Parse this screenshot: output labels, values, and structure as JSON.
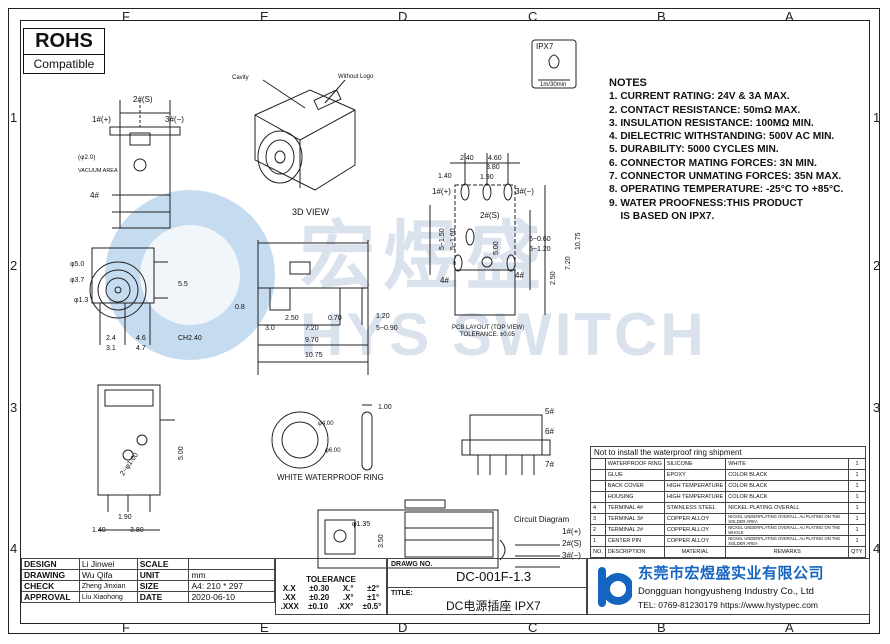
{
  "zone_columns": [
    "F",
    "E",
    "D",
    "C",
    "B",
    "A"
  ],
  "zone_rows": [
    "1",
    "2",
    "3",
    "4"
  ],
  "rohs": {
    "title": "ROHS",
    "subtitle": "Compatible"
  },
  "ipx": {
    "label": "IPX7",
    "sub": "1m/30min"
  },
  "watermark": {
    "cn": "宏煜盛",
    "en": "HYS SWITCH"
  },
  "notes": {
    "title": "NOTES",
    "items": [
      "1. CURRENT RATING: 24V & 3A MAX.",
      "2. CONTACT RESISTANCE: 50mΩ MAX.",
      "3. INSULATION RESISTANCE: 100MΩ MIN.",
      "4. DIELECTRIC WITHSTANDING: 500V AC MIN.",
      "5. DURABILITY: 5000 CYCLES MIN.",
      "6. CONNECTOR MATING FORCES: 3N MIN.",
      "7. CONNECTOR UNMATING FORCES: 35N MAX.",
      "8. OPERATING TEMPERATURE: -25°C TO +85°C.",
      "9. WATER PROOFNESS:THIS PRODUCT",
      "    IS BASED ON IPX7."
    ]
  },
  "drawing_labels": {
    "view_3d": "3D VIEW",
    "cavity": "Cavity",
    "without_logo": "Without Logo",
    "pin1": "1#(+)",
    "pin2": "2#(S)",
    "pin3": "3#(−)",
    "pin4": "4#",
    "pin5": "5#",
    "pin6": "6#",
    "pin7": "7#",
    "vacuum": "VACUUM AREA",
    "phi20": "(φ2.0)",
    "pcb_layout": "PCB LAYOUT (TOP VIEW)",
    "tolerance_note": "TOLERANCE: ±0.05",
    "white_ring": "WHITE WATERPROOF RING",
    "circuit": "Circuit Diagram",
    "phi50": "φ5.0",
    "phi37": "φ3.7",
    "phi13": "φ1.3",
    "phi135": "φ1.35",
    "phi40": "φ4.00",
    "phi60": "φ6.00"
  },
  "dims": {
    "d240": "2.40",
    "d460": "4.60",
    "d140": "1.40",
    "d380": "3.80",
    "d190": "1.90",
    "d150": "5−1.50",
    "d160": "5−1.60",
    "d060": "5−0.60",
    "d120": "5−1.20",
    "d500": "5.00",
    "d1075": "10.75",
    "d720": "7.20",
    "d250": "2.50",
    "d55": "5.5",
    "d24": "2.4",
    "d46": "4.6",
    "d31": "3.1",
    "d47": "4.7",
    "ch240": "CH2.40",
    "d08": "0.8",
    "d30": "3.0",
    "d2_50": "2.50",
    "d7_20": "7.20",
    "d070": "0.70",
    "d1_20": "1.20",
    "d090": "5−0.90",
    "d970": "9.70",
    "d10_75": "10.75",
    "d2phi100": "2−φ1.00",
    "d5_00": "5.00",
    "d1_90": "1.90",
    "d1_40": "1.40",
    "d3_80": "3.80",
    "d100": "1.00",
    "d3_50": "3.50"
  },
  "bom": {
    "title": "Not to install the waterproof ring shipment",
    "rows": [
      {
        "no": "",
        "part": "WATERPROOF RING",
        "material": "SILICONE",
        "remarks": "WHITE",
        "qty": "1"
      },
      {
        "no": "",
        "part": "GLUE",
        "material": "EPOXY",
        "remarks": "COLOR BLACK",
        "qty": "1"
      },
      {
        "no": "",
        "part": "BACK COVER",
        "material": "HIGH TEMPERATURE",
        "remarks": "COLOR BLACK",
        "qty": "1"
      },
      {
        "no": "",
        "part": "HOUSING",
        "material": "HIGH TEMPERATURE",
        "remarks": "COLOR BLACK",
        "qty": "1"
      },
      {
        "no": "4",
        "part": "TERMINAL 4#",
        "material": "STAINLESS STEEL",
        "remarks": "NICKEL PLATING OVERALL",
        "qty": "1"
      },
      {
        "no": "3",
        "part": "TERMINAL 3#",
        "material": "COPPER ALLOY",
        "remarks": "NICKEL UNDERPLATING OVERALL, Au PLATING ON THE SOLDER AREA",
        "qty": "1"
      },
      {
        "no": "2",
        "part": "TERMINAL 2#",
        "material": "COPPER ALLOY",
        "remarks": "NICKEL UNDERPLATING OVERALL, Au PLATING ON THE WHOLE",
        "qty": "1"
      },
      {
        "no": "1",
        "part": "CENTER PIN",
        "material": "COPPER ALLOY",
        "remarks": "NICKEL UNDERPLATING OVERALL, Au PLATING ON THE SOLDER AREA",
        "qty": "1"
      }
    ],
    "header": {
      "no": "NO.",
      "part": "DESCRIPTION",
      "material": "MATERIAL",
      "remarks": "REMARKS",
      "qty": "QTY"
    }
  },
  "title_block": {
    "design_label": "DESIGN",
    "design": "Li Jinwei",
    "drawing_label": "DRAWING",
    "drawing": "Wu Qifa",
    "check_label": "CHECK",
    "check": "Zheng Jinxian",
    "approval_label": "APPROVAL",
    "approval": "Liu Xiaohong",
    "scale_label": "SCALE",
    "scale": "",
    "unit_label": "UNIT",
    "unit": "mm",
    "size_label": "SIZE",
    "size": "A4: 210 * 297",
    "date_label": "DATE",
    "date": "2020-06-10",
    "tolerance_label": "TOLERANCE",
    "tol": [
      [
        "X.X",
        "±0.30",
        "X.°",
        "±2°"
      ],
      [
        ".XX",
        "±0.20",
        ".X°",
        "±1°"
      ],
      [
        ".XXX",
        "±0.10",
        ".XX°",
        "±0.5°"
      ]
    ],
    "drawing_no_label": "DRAWG NO.",
    "drawing_no": "DC-001F-1.3",
    "title_label": "TITLE:",
    "title": "DC电源插座 IPX7"
  },
  "company": {
    "name_cn": "东莞市宏煜盛实业有限公司",
    "name_en": "Dongguan hongyusheng Industry Co., Ltd",
    "contact": "TEL: 0769-81230179   https://www.hystypec.com"
  },
  "colors": {
    "brand_blue": "#1565c0",
    "watermark": "#c9d6e6",
    "line": "#222222"
  }
}
